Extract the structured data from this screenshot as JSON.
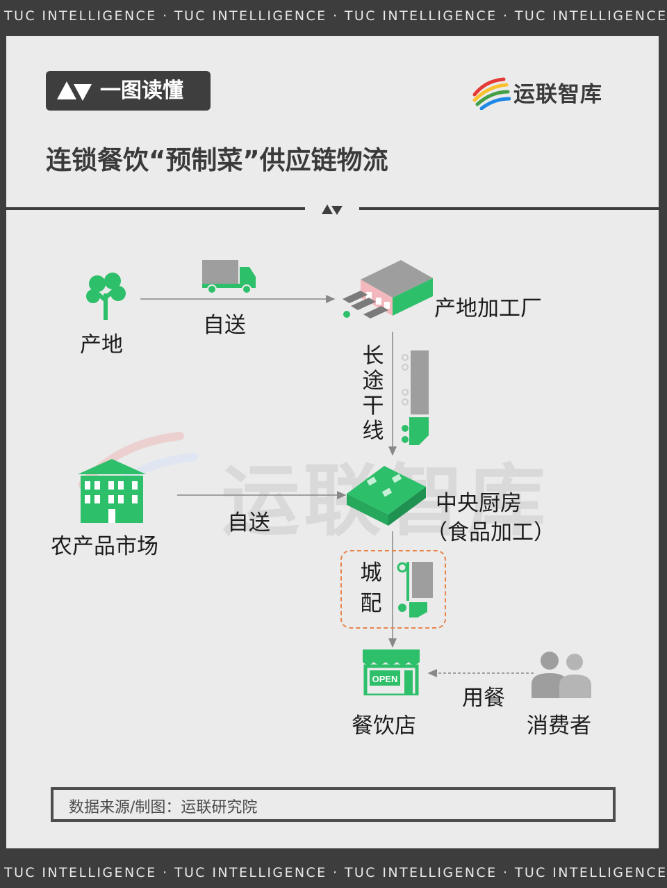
{
  "header_band": "TUC INTELLIGENCE · TUC INTELLIGENCE · TUC INTELLIGENCE · TUC INTELLIGENCE",
  "footer_band": "TUC INTELLIGENCE · TUC INTELLIGENCE · TUC INTELLIGENCE · TUC INTELLIGENCE",
  "badge": "一图读懂",
  "brand": "运联智库",
  "title": "连锁餐饮“预制菜”供应链物流",
  "watermark": "运联智库",
  "nodes": {
    "origin": "产地",
    "factory": "产地加工厂",
    "market": "农产品市场",
    "kitchen_line1": "中央厨房",
    "kitchen_line2": "（食品加工）",
    "restaurant": "餐饮店",
    "consumer": "消费者",
    "open_sign": "OPEN"
  },
  "edges": {
    "origin_to_factory": "自送",
    "factory_to_kitchen": "长途干线",
    "market_to_kitchen": "自送",
    "kitchen_to_restaurant": "城配",
    "consumer_to_restaurant": "用餐"
  },
  "source": "数据来源/制图：运联研究院",
  "colors": {
    "accent_green": "#2ebf6a",
    "dash_orange": "#e8834a",
    "gray_dark": "#3e3e3e",
    "panel_bg": "#ebebeb"
  },
  "icons": [
    "tree-icon",
    "truck-icon",
    "factory-icon",
    "building-icon",
    "warehouse-icon",
    "store-icon",
    "people-icon",
    "long-truck-icon",
    "city-truck-icon"
  ]
}
